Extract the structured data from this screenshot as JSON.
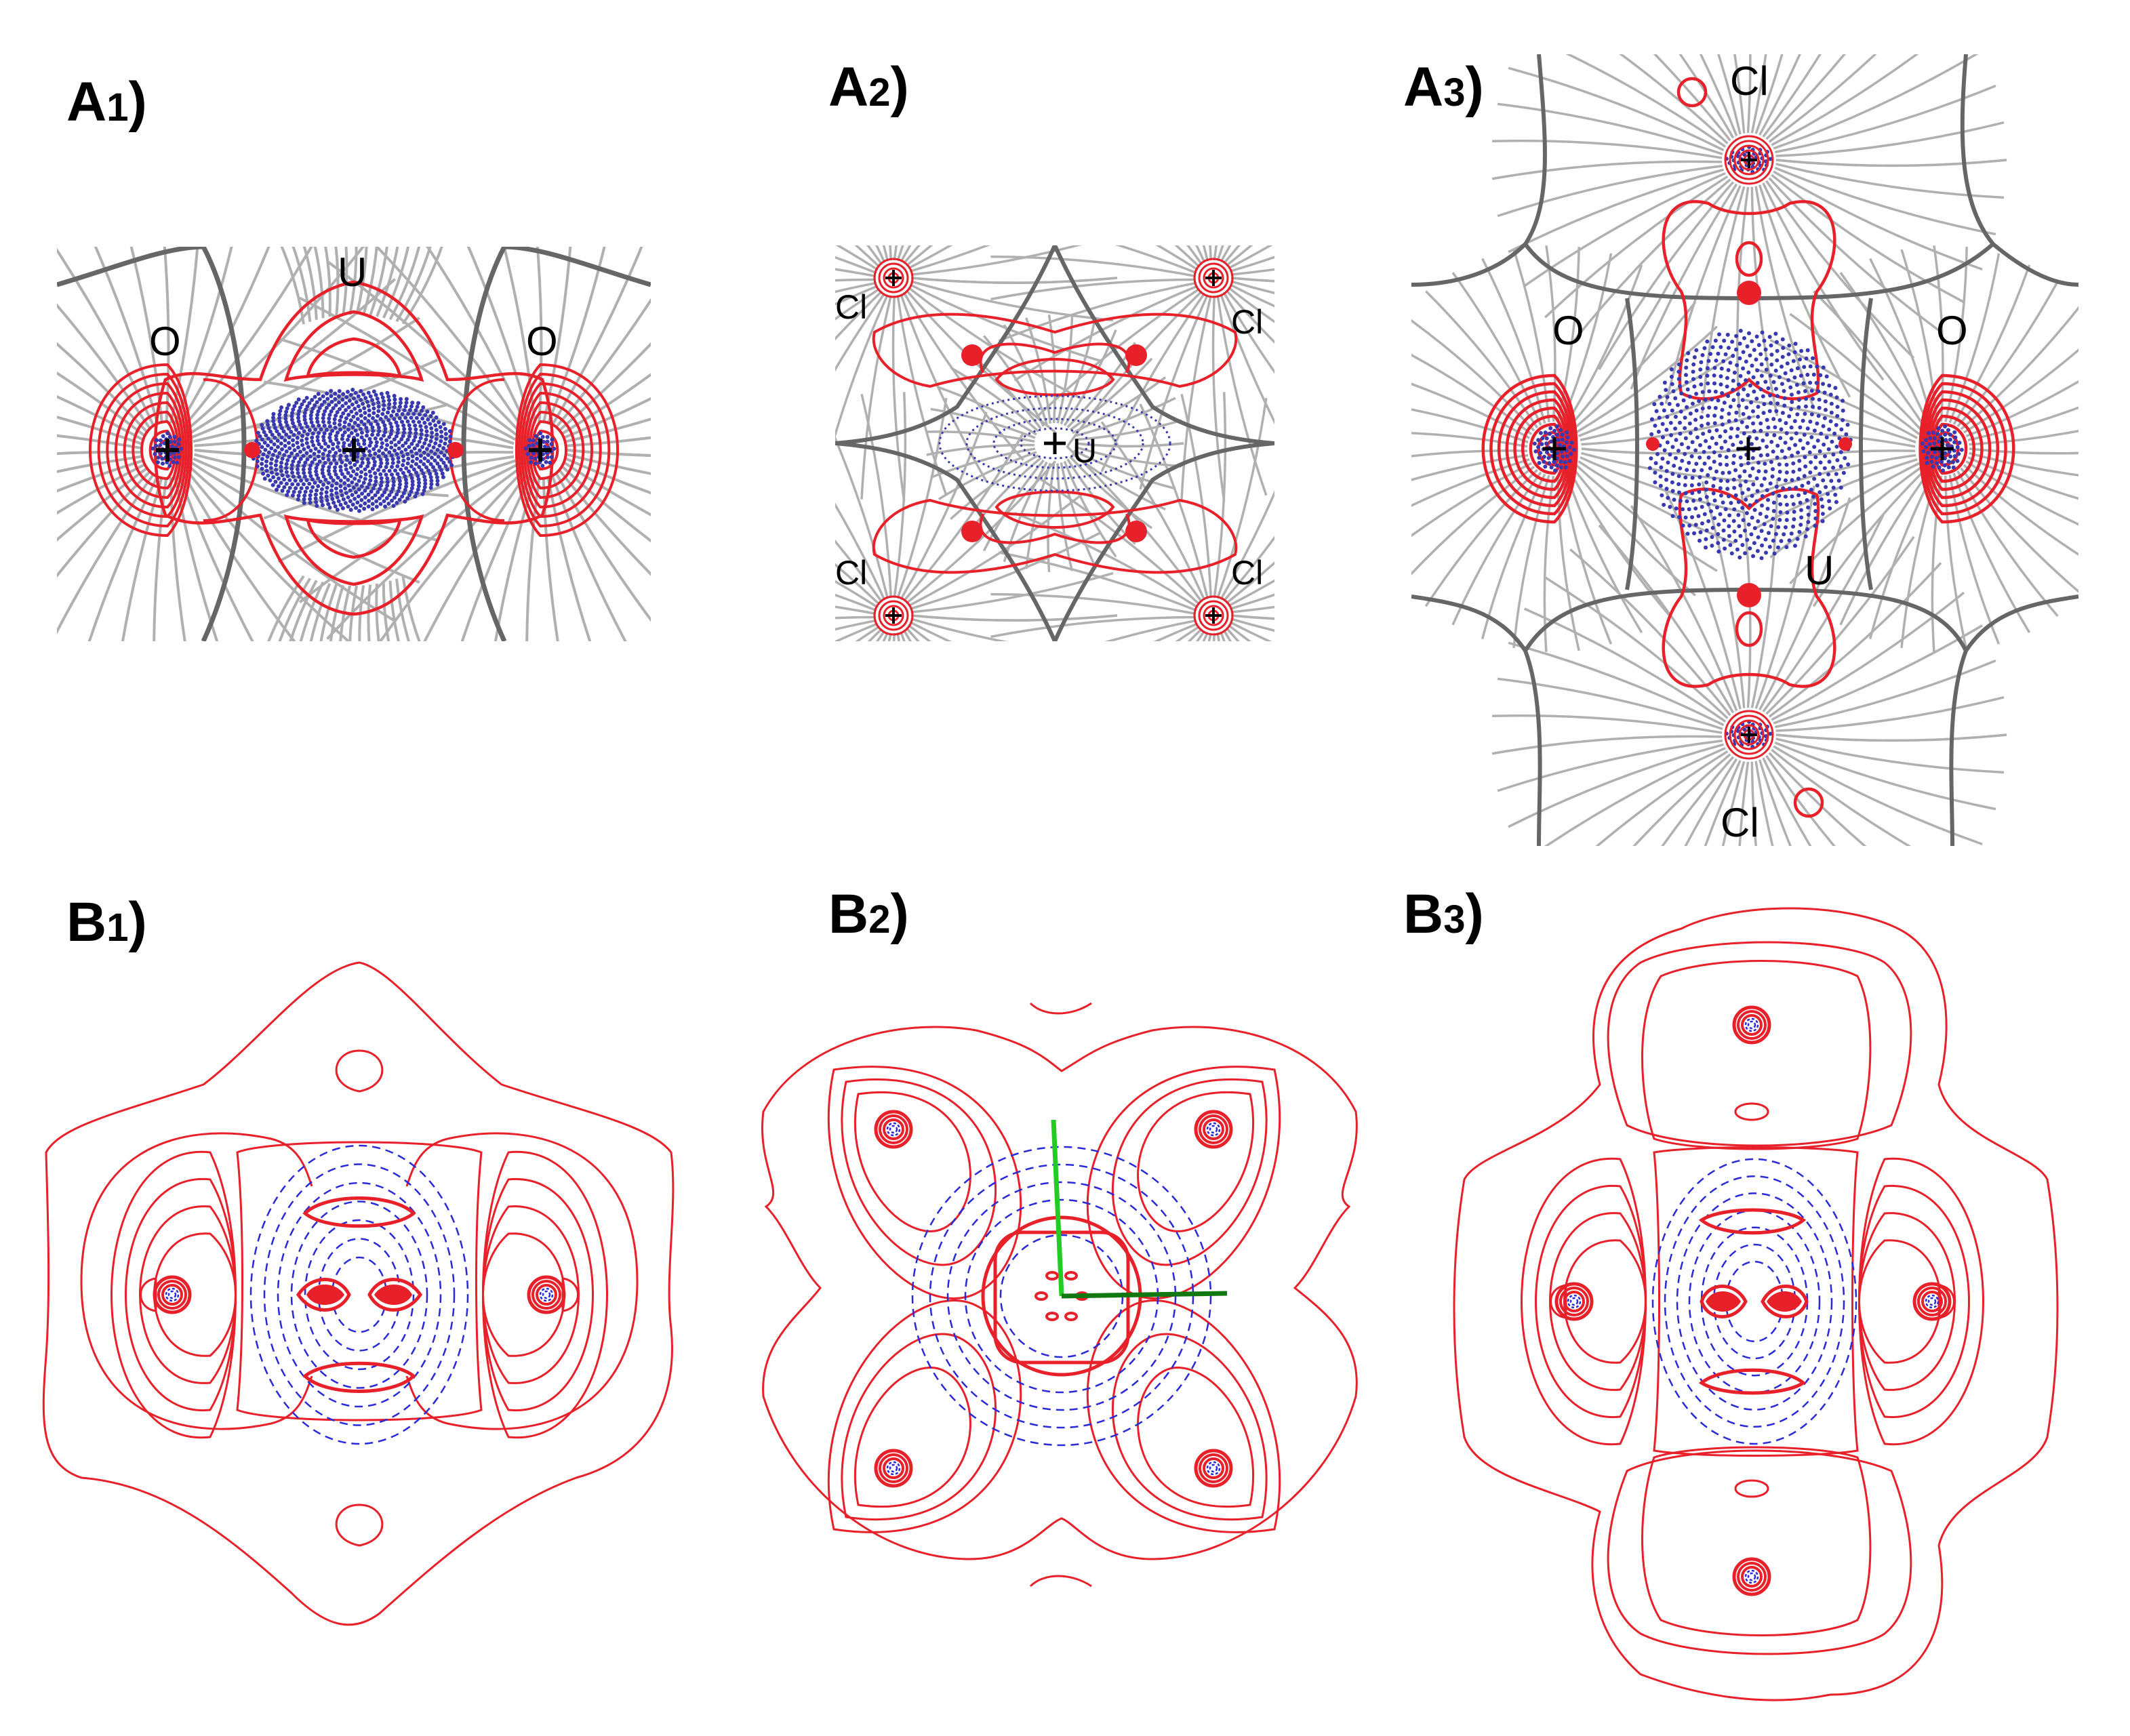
{
  "panels": [
    {
      "id": "A1",
      "letter": "A",
      "num": "1",
      "close": ")"
    },
    {
      "id": "A2",
      "letter": "A",
      "num": "2",
      "close": ")"
    },
    {
      "id": "A3",
      "letter": "A",
      "num": "3",
      "close": ")"
    },
    {
      "id": "B1",
      "letter": "B",
      "num": "1",
      "close": ")"
    },
    {
      "id": "B2",
      "letter": "B",
      "num": "2",
      "close": ")"
    },
    {
      "id": "B3",
      "letter": "B",
      "num": "3",
      "close": ")"
    }
  ],
  "atoms": {
    "A1": {
      "left": "O",
      "right": "O",
      "center": "U"
    },
    "A2": {
      "tl": "Cl",
      "tr": "Cl",
      "bl": "Cl",
      "br": "Cl",
      "center": "U"
    },
    "A3": {
      "top": "Cl",
      "bottom": "Cl",
      "left": "O",
      "right": "O",
      "center": "U"
    }
  },
  "colors": {
    "positive_contour": "#e8202a",
    "negative_contour": "#2a2aa8",
    "gradient_path": "#a8a8a8",
    "zero_flux": "#666666",
    "axis_green": "#22cc22",
    "axis_dark_green": "#117711"
  }
}
